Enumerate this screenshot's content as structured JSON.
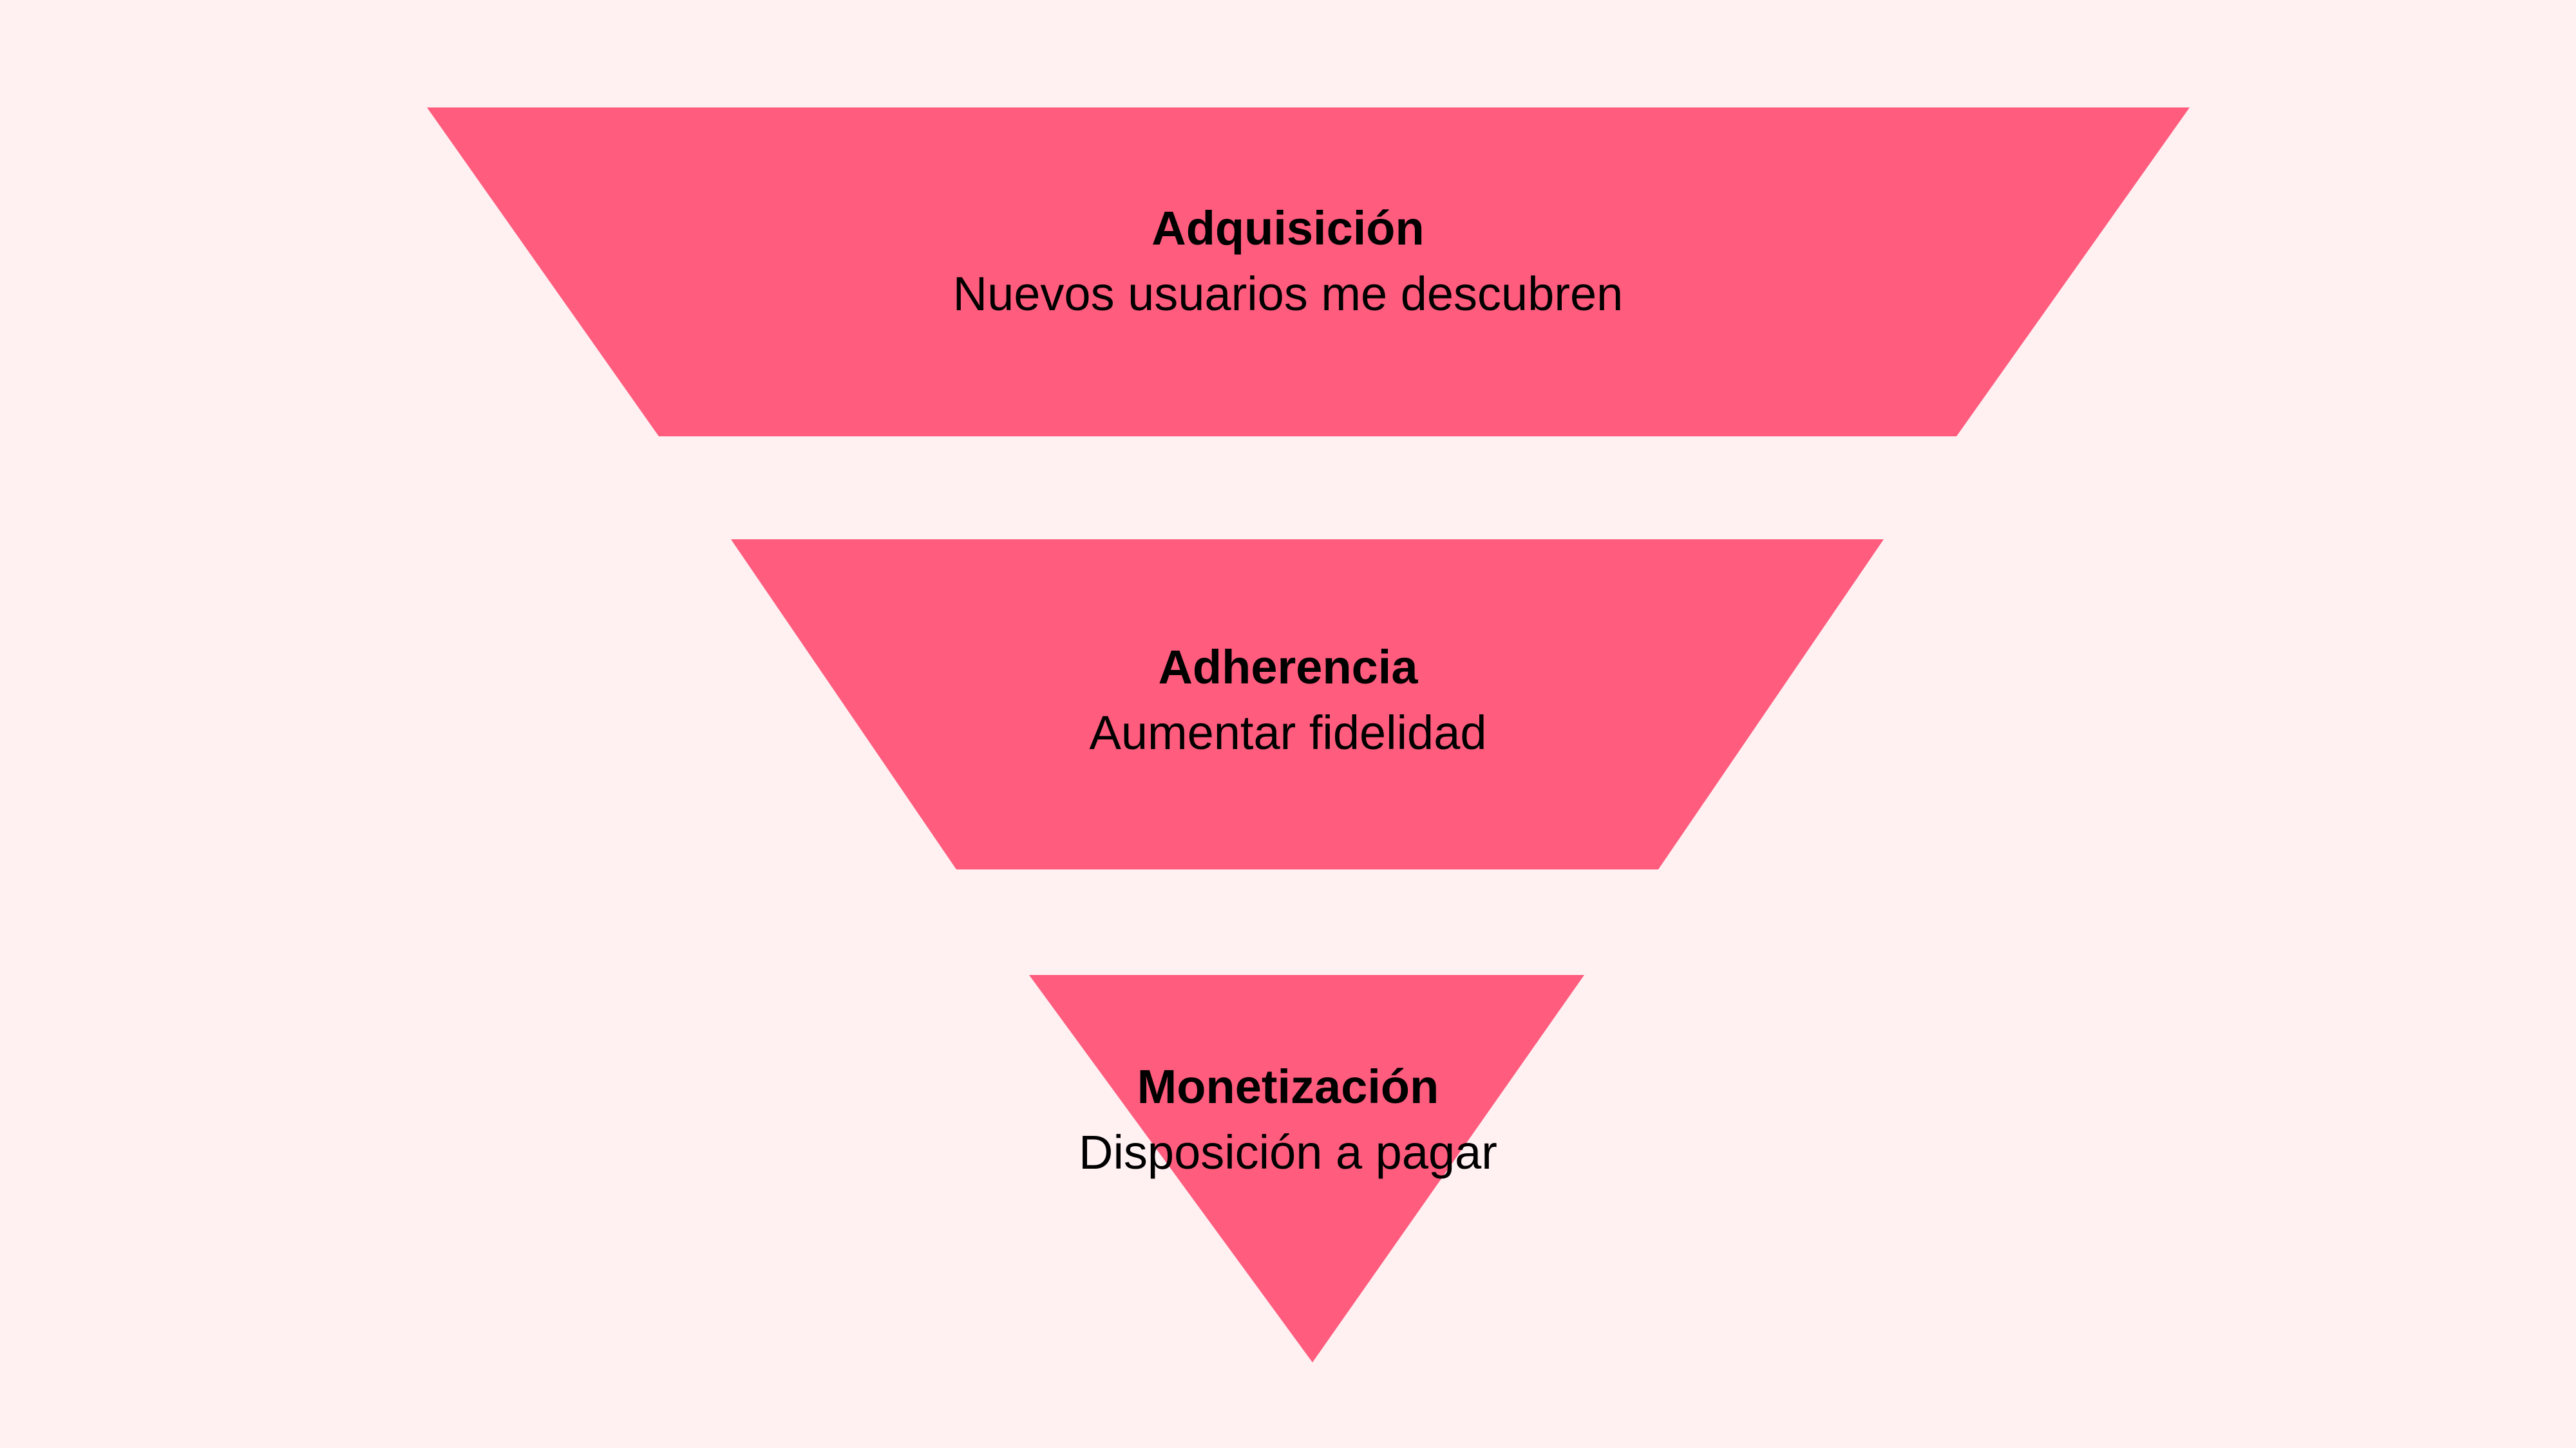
{
  "colors": {
    "background": "#fff0f2",
    "segment_fill": "#ff5c7e",
    "text": "#000000"
  },
  "funnel": {
    "stages": [
      {
        "title": "Adquisición",
        "subtitle": "Nuevos usuarios me descubren"
      },
      {
        "title": "Adherencia",
        "subtitle": "Aumentar fidelidad"
      },
      {
        "title": "Monetización",
        "subtitle": "Disposición a pagar"
      }
    ]
  }
}
